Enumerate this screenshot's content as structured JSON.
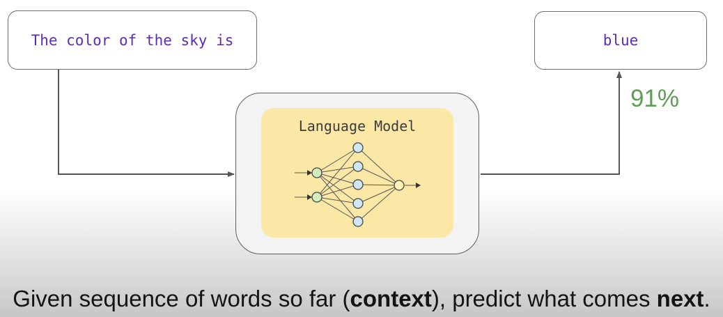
{
  "input": {
    "text": "The color of the sky is"
  },
  "model": {
    "title": "Language Model"
  },
  "output": {
    "text": "blue",
    "probability": "91%"
  },
  "caption": {
    "part1": "Given sequence of words so far (",
    "bold1": "context",
    "part2": "), predict what comes ",
    "bold2": "next",
    "part3": "."
  },
  "colors": {
    "input_text": "#5a2fb0",
    "probability": "#5f9c56",
    "model_fill": "#fbe7a6",
    "input_node": "#d3edbe",
    "hidden_node": "#cfe7f4",
    "output_node": "#fdf3b8"
  }
}
